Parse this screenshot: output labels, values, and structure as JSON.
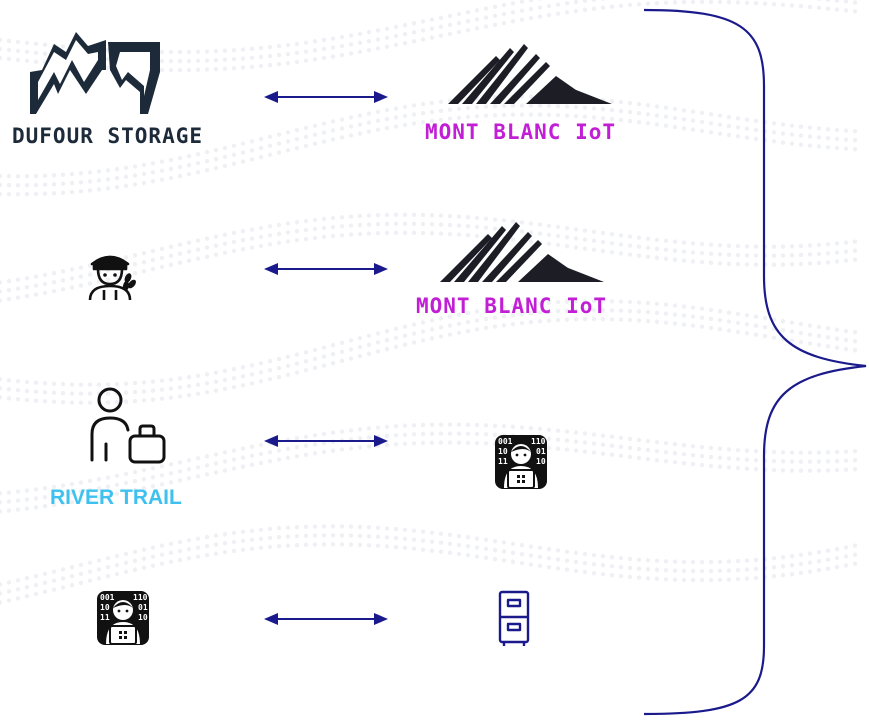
{
  "labels": {
    "dufour": "DUFOUR STORAGE",
    "montblanc_1": "MONT BLANC IoT",
    "montblanc_2": "MONT BLANC IoT",
    "river_trail": "RIVER TRAIL"
  },
  "icons": {
    "dufour_logo": "mountain-logo",
    "montblanc_logo": "striped-mountain-logo",
    "farmer": "farmer-emoji",
    "person_briefcase": "person-with-briefcase",
    "technologist": "technologist-emoji",
    "filing_cabinet": "file-cabinet-icon"
  },
  "colors": {
    "dufour_text": "#1d2a3a",
    "montblanc_text": "#c21ed6",
    "river_trail_text": "#3fc1f0",
    "arrow": "#1a1a8c",
    "brace": "#1a1a8c",
    "cabinet": "#1a1a8c"
  }
}
